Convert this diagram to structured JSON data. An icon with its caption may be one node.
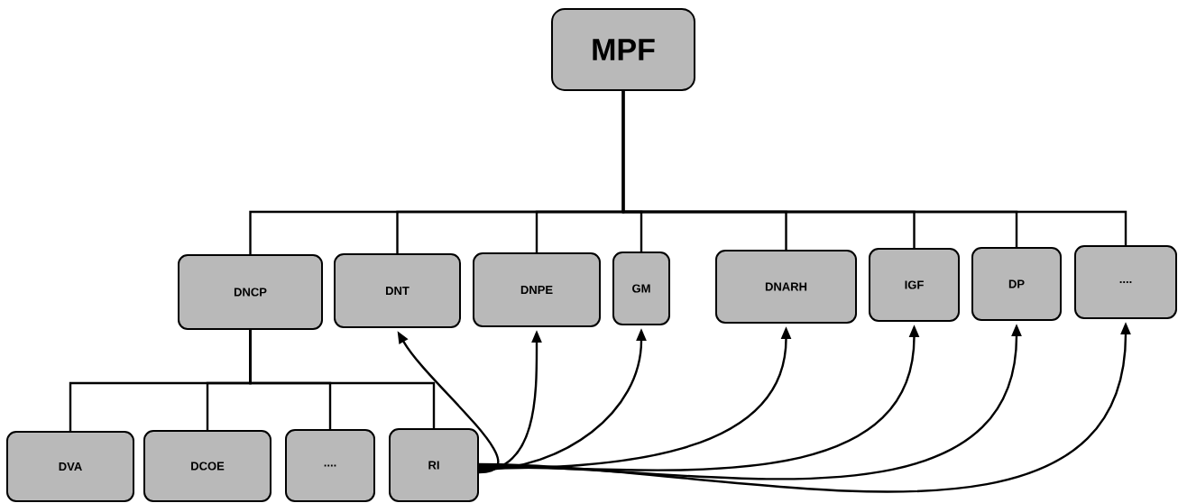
{
  "diagram": {
    "nodes": [
      {
        "text": [
          "MPF"
        ]
      },
      {
        "text": [
          "DNCP"
        ]
      },
      {
        "text": [
          "DNT"
        ]
      },
      {
        "text": [
          "DNPE"
        ]
      },
      {
        "text": [
          "GM"
        ]
      },
      {
        "text": [
          "DNARH"
        ]
      },
      {
        "text": [
          "IGF"
        ]
      },
      {
        "text": [
          "DP"
        ]
      },
      {
        "text": [
          "...."
        ]
      },
      {
        "text": [
          "DVA"
        ]
      },
      {
        "text": [
          "DCOE"
        ]
      },
      {
        "text": [
          "...."
        ]
      },
      {
        "text": [
          "RI"
        ]
      }
    ],
    "edges": [
      {
        "from": 0,
        "to": 1,
        "arrow": "none"
      },
      {
        "from": 0,
        "to": 2,
        "arrow": "none"
      },
      {
        "from": 0,
        "to": 3,
        "arrow": "none"
      },
      {
        "from": 0,
        "to": 4,
        "arrow": "none"
      },
      {
        "from": 0,
        "to": 5,
        "arrow": "none"
      },
      {
        "from": 0,
        "to": 6,
        "arrow": "none"
      },
      {
        "from": 0,
        "to": 7,
        "arrow": "none"
      },
      {
        "from": 0,
        "to": 8,
        "arrow": "none"
      },
      {
        "from": 1,
        "to": 9,
        "arrow": "none"
      },
      {
        "from": 1,
        "to": 10,
        "arrow": "none"
      },
      {
        "from": 1,
        "to": 11,
        "arrow": "none"
      },
      {
        "from": 1,
        "to": 12,
        "arrow": "none"
      },
      {
        "from": 12,
        "to": 2,
        "arrow": "to"
      },
      {
        "from": 12,
        "to": 3,
        "arrow": "to"
      },
      {
        "from": 12,
        "to": 4,
        "arrow": "to"
      },
      {
        "from": 12,
        "to": 5,
        "arrow": "to"
      },
      {
        "from": 12,
        "to": 6,
        "arrow": "to"
      },
      {
        "from": 12,
        "to": 7,
        "arrow": "to"
      },
      {
        "from": 12,
        "to": 8,
        "arrow": "to"
      }
    ]
  }
}
